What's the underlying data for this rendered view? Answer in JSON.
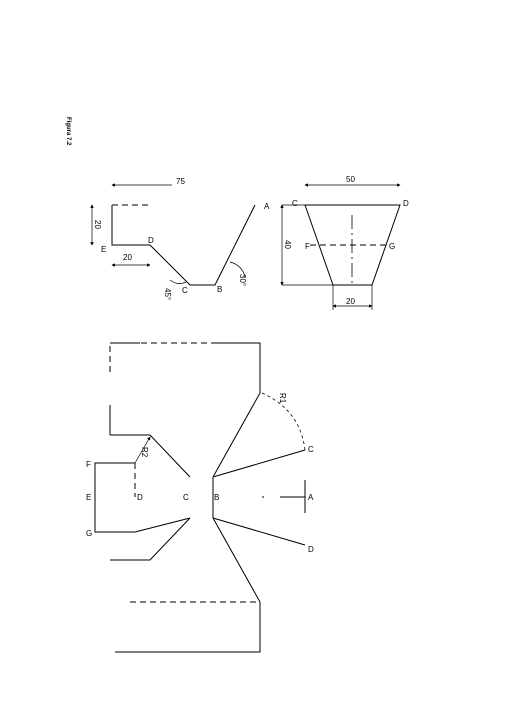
{
  "figure": {
    "caption": "Figura 7.2"
  },
  "views": {
    "front": {
      "points": [
        "A",
        "B",
        "C",
        "D",
        "E"
      ],
      "dims": [
        "75",
        "20",
        "20"
      ],
      "angles": [
        "45°",
        "30°"
      ]
    },
    "side": {
      "points": [
        "C",
        "D",
        "F",
        "G"
      ],
      "dims": [
        "50",
        "40",
        "20"
      ]
    }
  },
  "development": {
    "points": [
      "F",
      "E",
      "G",
      "D",
      "C",
      "B",
      "A",
      "C",
      "D"
    ],
    "radii": [
      "R1",
      "R2"
    ]
  }
}
